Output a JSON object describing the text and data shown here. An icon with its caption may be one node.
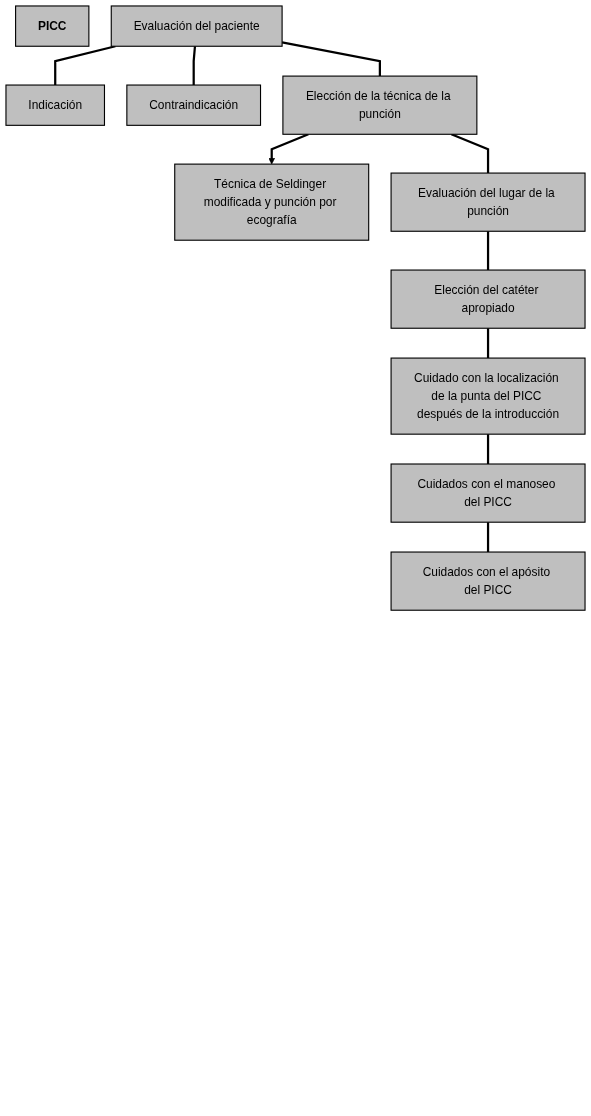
{
  "diagram": {
    "nodes": [
      {
        "text": [
          "PICC"
        ]
      },
      {
        "text": [
          "Evaluación del paciente"
        ]
      },
      {
        "text": [
          "Indicación"
        ]
      },
      {
        "text": [
          "Contraindicación"
        ]
      },
      {
        "text": [
          "Elección de la técnica de la punción"
        ]
      },
      {
        "text": [
          "Técnica de Seldinger modificada y punción por ecografía"
        ]
      },
      {
        "text": [
          "Evaluación del lugar de la punción"
        ]
      },
      {
        "text": [
          "Elección del catéter apropiado"
        ]
      },
      {
        "text": [
          "Cuidado con la localización de la punta del PICC después de la introducción"
        ]
      },
      {
        "text": [
          "Cuidados con el manoseo del PICC"
        ]
      },
      {
        "text": [
          "Cuidados con el apósito del PICC"
        ]
      }
    ],
    "edges": [
      {
        "from": 1,
        "to": 2,
        "arrow": "none"
      },
      {
        "from": 1,
        "to": 3,
        "arrow": "none"
      },
      {
        "from": 1,
        "to": 4,
        "arrow": "none"
      },
      {
        "from": 4,
        "to": 5,
        "arrow": "to"
      },
      {
        "from": 4,
        "to": 6,
        "arrow": "none"
      },
      {
        "from": 6,
        "to": 7,
        "arrow": "none"
      },
      {
        "from": 7,
        "to": 8,
        "arrow": "none"
      },
      {
        "from": 8,
        "to": 9,
        "arrow": "none"
      },
      {
        "from": 9,
        "to": 10,
        "arrow": "none"
      }
    ]
  }
}
